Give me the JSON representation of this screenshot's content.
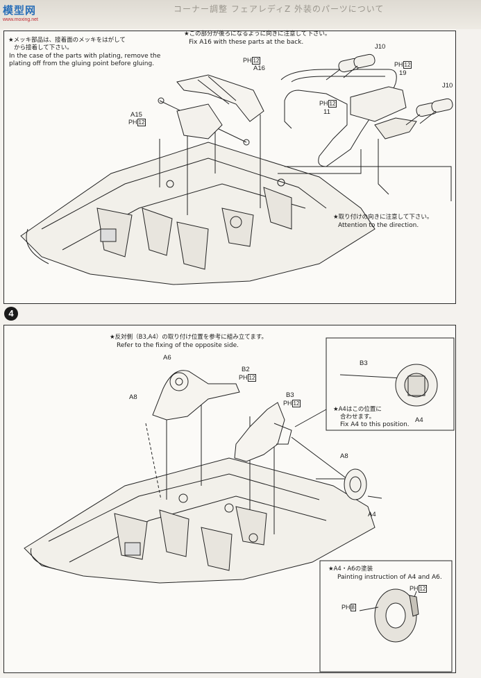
{
  "watermark": {
    "site_name": "模型网",
    "site_url": "www.moxing.net"
  },
  "header": {
    "banner_text": "コーナー調整 フェアレディZ 外装のパーツについて"
  },
  "step3": {
    "plating_note_jp": "★メッキ部品は、接着面のメッキをはがして",
    "plating_note_jp2": "から接着して下さい。",
    "plating_note_en": "In the case of the parts with plating, remove the",
    "plating_note_en2": "plating off from the gluing point before gluing.",
    "fix_note_jp": "★この部分が後ろになるように向きに注意して下さい。",
    "fix_note_en": "Fix A16 with these parts at the back.",
    "attention_jp": "★取り付けの向きに注意して下さい。",
    "attention_en": "Attention to the direction.",
    "labels": {
      "a16": "A16",
      "a15": "A15",
      "j10_a": "J10",
      "j10_b": "J10",
      "n19": "19",
      "n11": "11"
    },
    "paint": {
      "ph": "PH",
      "c12": "12"
    }
  },
  "step4": {
    "number": "4",
    "ref_note_jp": "★反対側（B3,A4）の取り付け位置を参考に組み立てます。",
    "ref_note_en": "Refer to the fixing of the opposite side.",
    "labels": {
      "a6": "A6",
      "a8_left": "A8",
      "b2": "B2",
      "b3": "B3",
      "a8_right": "A8",
      "a4": "A4",
      "b3_callout": "B3",
      "a4_callout": "A4"
    },
    "callout_a4": {
      "jp": "★A4はこの位置に",
      "jp2": "合わせます。",
      "en": "Fix A4 to this position."
    },
    "painting": {
      "jp": "★A4・A6の塗装",
      "en": "Painting instruction of A4 and A6.",
      "c8": "8",
      "c12": "12"
    },
    "paint": {
      "ph": "PH",
      "c12": "12"
    }
  },
  "colors": {
    "ink": "#1a1a1a",
    "paper": "#fbfaf7",
    "watermark_blue": "#2a6fb8",
    "watermark_red": "#c0262d"
  }
}
